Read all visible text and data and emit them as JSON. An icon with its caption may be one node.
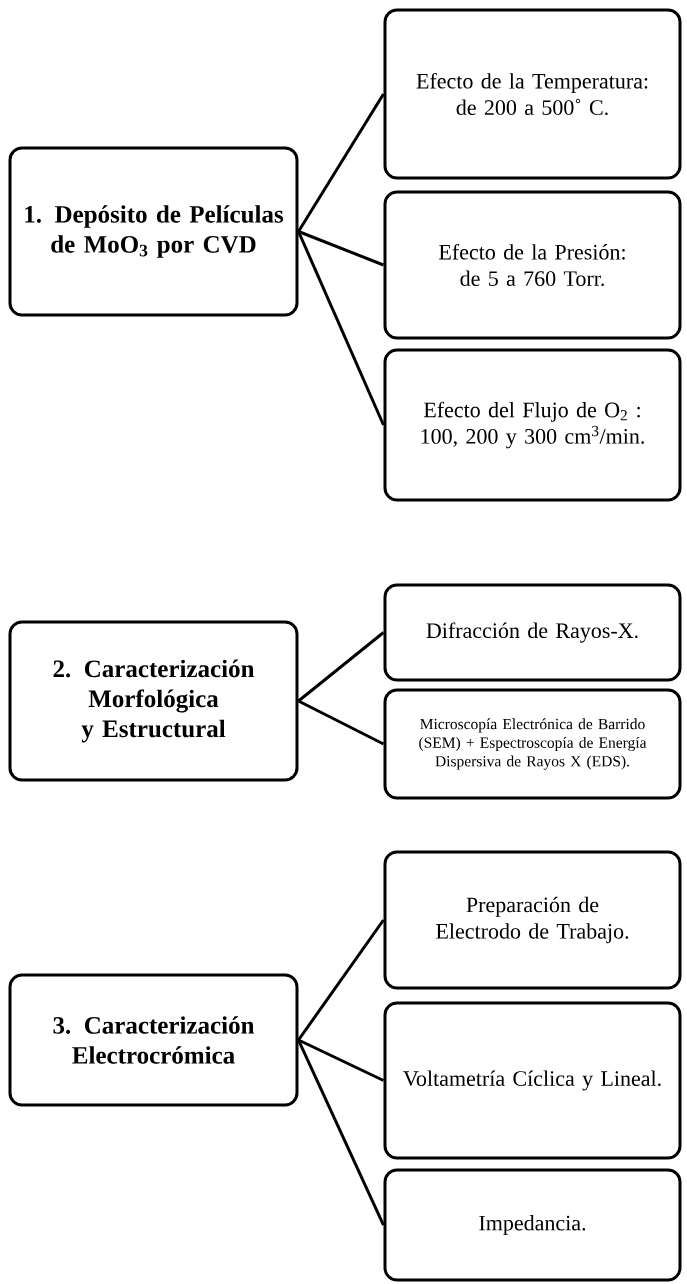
{
  "diagram": {
    "nodes": [
      {
        "text": [
          "1. Depósito de Películas de MoO$_{3}$ por CVD"
        ]
      },
      {
        "text": [
          "Efecto de la Temperatura: de 200 a 500˚ C."
        ]
      },
      {
        "text": [
          "Efecto de la Presión: de 5 a 760 Torr."
        ]
      },
      {
        "text": [
          "Efecto del Flujo de O$_{2}$ : 100, 200 y 300 cm$^{3}$/min."
        ]
      },
      {
        "text": [
          "2. Caracterización Morfológica y Estructural"
        ]
      },
      {
        "text": [
          "Difracción de Rayos-X."
        ]
      },
      {
        "text": [
          "Microscopía Electrónica de Barrido (SEM) + Espectroscopía de Energía Dispersiva de Rayos X (EDS)."
        ]
      },
      {
        "text": [
          "3. Caracterización Electrocrómica"
        ]
      },
      {
        "text": [
          "Preparación de Electrodo de Trabajo."
        ]
      },
      {
        "text": [
          "Voltametría Cíclica y Lineal."
        ]
      },
      {
        "text": [
          "Impedancia."
        ]
      }
    ],
    "edges": [
      {
        "from": 0,
        "to": 1,
        "arrow": "none"
      },
      {
        "from": 0,
        "to": 2,
        "arrow": "none"
      },
      {
        "from": 0,
        "to": 3,
        "arrow": "none"
      },
      {
        "from": 4,
        "to": 5,
        "arrow": "none"
      },
      {
        "from": 4,
        "to": 6,
        "arrow": "none"
      },
      {
        "from": 7,
        "to": 8,
        "arrow": "none"
      },
      {
        "from": 7,
        "to": 9,
        "arrow": "none"
      },
      {
        "from": 7,
        "to": 10,
        "arrow": "none"
      }
    ]
  }
}
